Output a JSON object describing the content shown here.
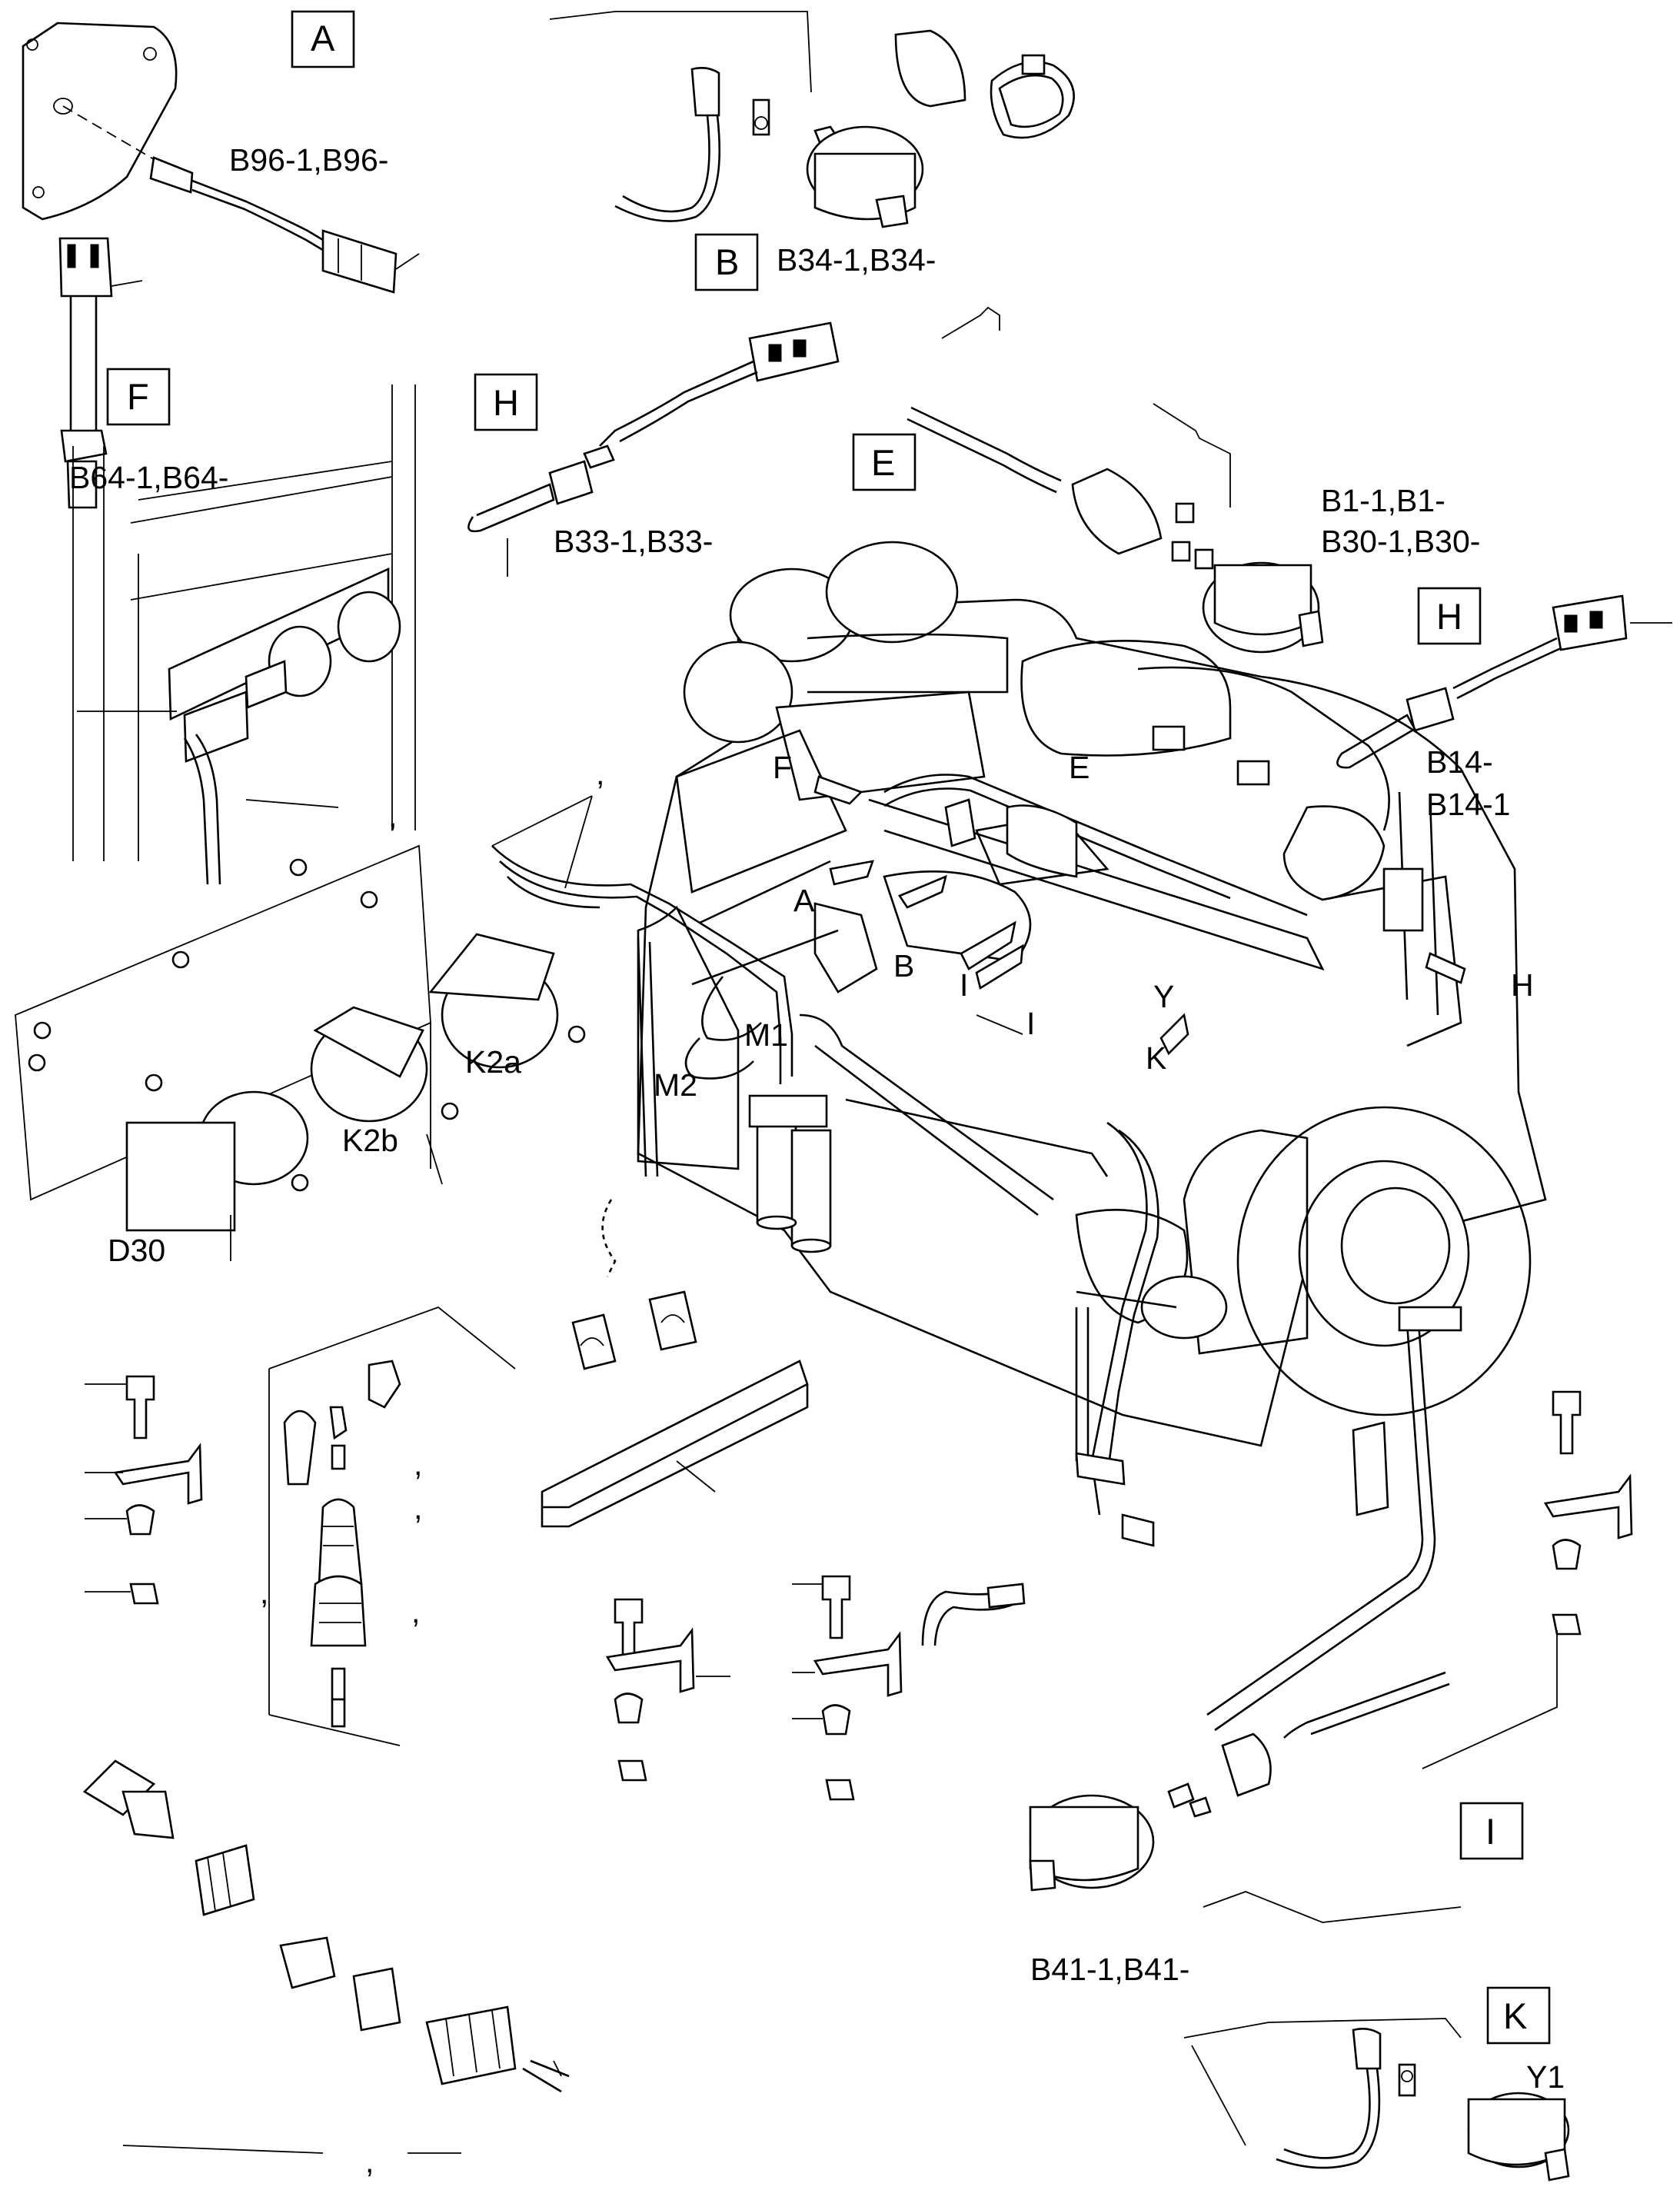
{
  "diagram": {
    "boxes": {
      "A": "A",
      "B": "B",
      "F": "F",
      "H1": "H",
      "E": "E",
      "H2": "H",
      "I": "I",
      "K": "K"
    },
    "part_labels": {
      "b96": "B96-1,B96-",
      "b34": "B34-1,B34-",
      "b64": "B64-1,B64-",
      "b33": "B33-1,B33-",
      "b1": "B1-1,B1-",
      "b30": "B30-1,B30-",
      "b14a": "B14-",
      "b14b": "B14-1",
      "k2a": "K2a",
      "k2b": "K2b",
      "d30": "D30",
      "b41": "B41-1,B41-",
      "y1": "Y1"
    },
    "callouts": {
      "f": "F",
      "e": "E",
      "a": "A",
      "b": "B",
      "i1": "I",
      "i2": "I",
      "y": "Y",
      "k": "K",
      "h": "H",
      "m1": "M1",
      "m2": "M2"
    },
    "commas": ",",
    "colors": {
      "line": "#000000",
      "background": "#ffffff"
    }
  }
}
